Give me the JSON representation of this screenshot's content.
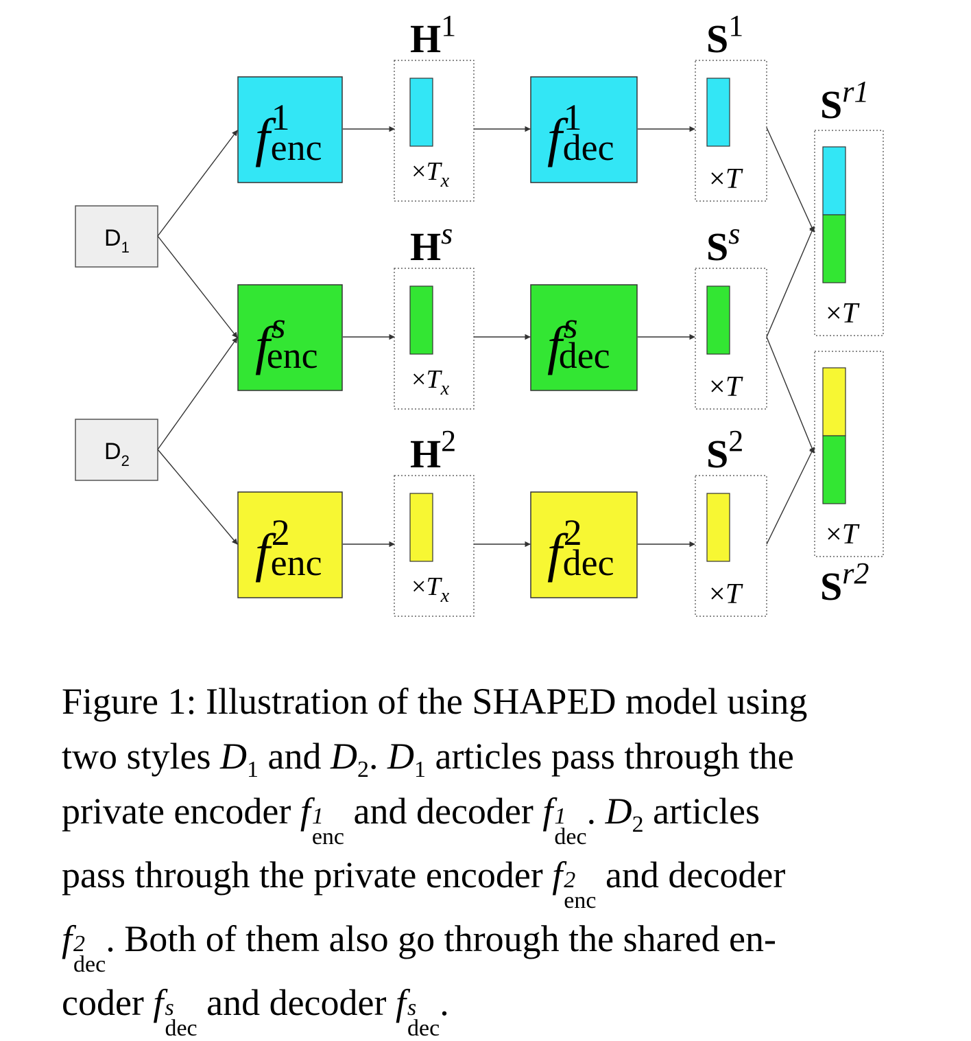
{
  "colors": {
    "cyan": "#33e6f5",
    "green": "#33e633",
    "yellow": "#f7f733",
    "domain_box": "#eeeeee"
  },
  "domains": [
    {
      "letter": "D",
      "sub": "1"
    },
    {
      "letter": "D",
      "sub": "2"
    }
  ],
  "rows": [
    {
      "color": "cyan",
      "enc_sup": "1",
      "dec_sup": "1",
      "h_label": "H",
      "h_sup": "1",
      "s_label": "S",
      "s_sup": "1",
      "h_mult": "×",
      "h_var": "T",
      "h_sub": "x",
      "s_mult": "×",
      "s_var": "T"
    },
    {
      "color": "green",
      "enc_sup": "s",
      "dec_sup": "s",
      "h_label": "H",
      "h_sup": "s",
      "s_label": "S",
      "s_sup": "s",
      "h_mult": "×",
      "h_var": "T",
      "h_sub": "x",
      "s_mult": "×",
      "s_var": "T"
    },
    {
      "color": "yellow",
      "enc_sup": "2",
      "dec_sup": "2",
      "h_label": "H",
      "h_sup": "2",
      "s_label": "S",
      "s_sup": "2",
      "h_mult": "×",
      "h_var": "T",
      "h_sub": "x",
      "s_mult": "×",
      "s_var": "T"
    }
  ],
  "function": {
    "symbol": "f",
    "enc": "enc",
    "dec": "dec"
  },
  "results": [
    {
      "label": "S",
      "sup": "r1",
      "mult": "×",
      "var": "T",
      "top_color": "cyan",
      "bottom_color": "green"
    },
    {
      "label": "S",
      "sup": "r2",
      "mult": "×",
      "var": "T",
      "top_color": "yellow",
      "bottom_color": "green"
    }
  ],
  "caption": {
    "l1": "Figure 1: Illustration of the SHAPED model using",
    "l2a": "two styles ",
    "D": "D",
    "one": "1",
    "two": "2",
    "and": " and ",
    "l2b": ". ",
    "l2c": " articles pass through the",
    "l3a": "private encoder ",
    "f": "f",
    "enc": "enc",
    "dec": "dec",
    "l3b": " and decoder ",
    "l3c": ". ",
    "l3d": " articles",
    "l4a": "pass through the private encoder ",
    "l4b": " and decoder",
    "l5a": ". Both of them also go through the shared en-",
    "s": "s",
    "l6a": "coder ",
    "l6b": " and decoder ",
    "l6c": "."
  }
}
